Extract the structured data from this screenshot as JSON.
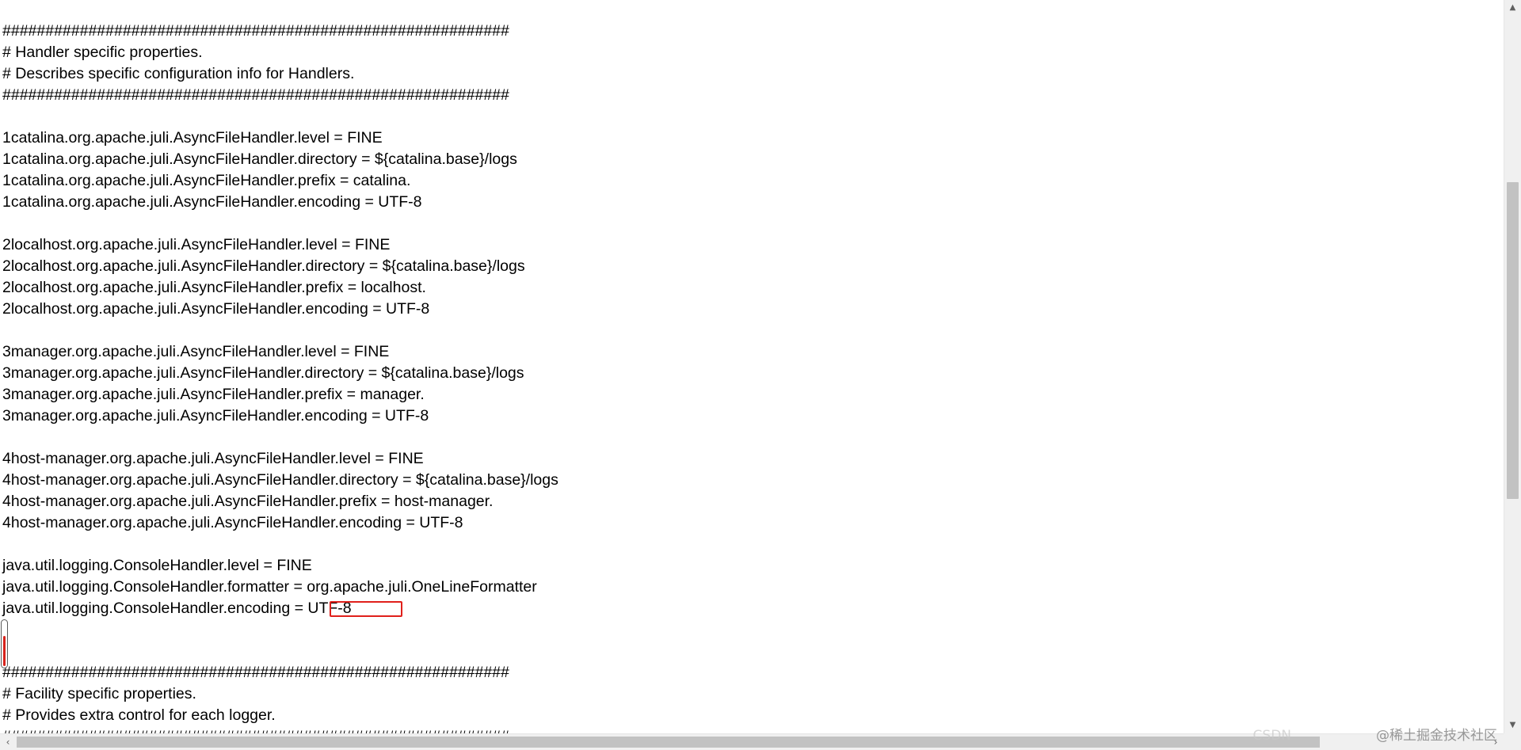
{
  "editor": {
    "lines": [
      "###########################################################",
      "# Handler specific properties.",
      "# Describes specific configuration info for Handlers.",
      "###########################################################",
      "",
      "1catalina.org.apache.juli.AsyncFileHandler.level = FINE",
      "1catalina.org.apache.juli.AsyncFileHandler.directory = ${catalina.base}/logs",
      "1catalina.org.apache.juli.AsyncFileHandler.prefix = catalina.",
      "1catalina.org.apache.juli.AsyncFileHandler.encoding = UTF-8",
      "",
      "2localhost.org.apache.juli.AsyncFileHandler.level = FINE",
      "2localhost.org.apache.juli.AsyncFileHandler.directory = ${catalina.base}/logs",
      "2localhost.org.apache.juli.AsyncFileHandler.prefix = localhost.",
      "2localhost.org.apache.juli.AsyncFileHandler.encoding = UTF-8",
      "",
      "3manager.org.apache.juli.AsyncFileHandler.level = FINE",
      "3manager.org.apache.juli.AsyncFileHandler.directory = ${catalina.base}/logs",
      "3manager.org.apache.juli.AsyncFileHandler.prefix = manager.",
      "3manager.org.apache.juli.AsyncFileHandler.encoding = UTF-8",
      "",
      "4host-manager.org.apache.juli.AsyncFileHandler.level = FINE",
      "4host-manager.org.apache.juli.AsyncFileHandler.directory = ${catalina.base}/logs",
      "4host-manager.org.apache.juli.AsyncFileHandler.prefix = host-manager.",
      "4host-manager.org.apache.juli.AsyncFileHandler.encoding = UTF-8",
      "",
      "java.util.logging.ConsoleHandler.level = FINE",
      "java.util.logging.ConsoleHandler.formatter = org.apache.juli.OneLineFormatter",
      "java.util.logging.ConsoleHandler.encoding = UTF-8",
      "",
      "",
      "###########################################################",
      "# Facility specific properties.",
      "# Provides extra control for each logger.",
      "###########################################################"
    ],
    "highlight_color": "#e0201b"
  },
  "scrollbars": {
    "up_icon": "▲",
    "down_icon": "▼",
    "left_icon": "‹",
    "right_icon": "›"
  },
  "watermark": {
    "text": "@稀土掘金技术社区",
    "prefix": "CSDN"
  }
}
